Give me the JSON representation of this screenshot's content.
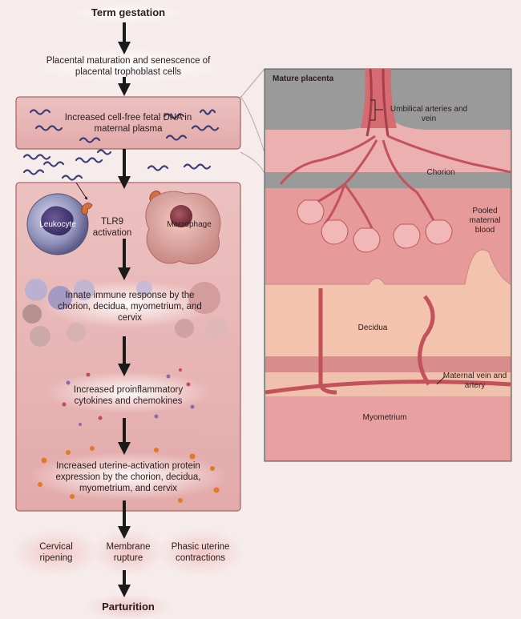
{
  "flow": {
    "term_gestation": "Term gestation",
    "placental_maturation": "Placental maturation and senescence of placental trophoblast cells",
    "cffdna": "Increased cell-free fetal DNA in maternal plasma",
    "leukocyte": "Leukocyte",
    "tlr9": "TLR9 activation",
    "macrophage": "Macrophage",
    "innate": "Innate immune response by the chorion, decidua, myometrium, and cervix",
    "cytokines": "Increased proinflammatory cytokines and chemokines",
    "uterine_activation": "Increased uterine-activation protein expression by the chorion, decidua, myometrium, and cervix",
    "cervical": "Cervical ripening",
    "membrane": "Membrane rupture",
    "phasic": "Phasic uterine contractions",
    "parturition": "Parturition"
  },
  "placenta": {
    "title": "Mature placenta",
    "umbilical": "Umbilical arteries and vein",
    "chorion": "Chorion",
    "pooled": "Pooled maternal blood",
    "decidua": "Decidua",
    "maternal_vessels": "Maternal vein and artery",
    "myometrium": "Myometrium"
  },
  "colors": {
    "background": "#f6ecec",
    "box_fill": "#e9b6b6",
    "box_stroke": "#9a4a4a",
    "vessel": "#c4525c",
    "tissue": "#e7a3a3",
    "arrow": "#1a1a1a"
  }
}
